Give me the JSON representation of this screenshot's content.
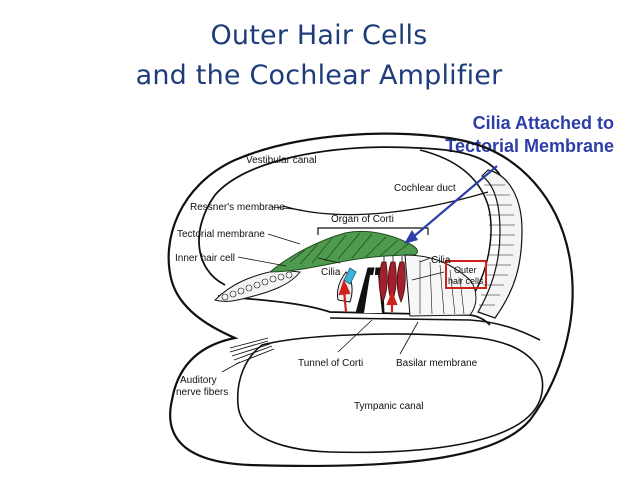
{
  "title": {
    "line1": "Outer Hair Cells",
    "line2": "and the Cochlear Amplifier"
  },
  "callout": {
    "line1": "Cilia Attached to",
    "line2": "Tectorial Membrane"
  },
  "labels": {
    "vestibular_canal": "Vestibular canal",
    "cochlear_duct": "Cochlear duct",
    "ressners_membrane": "Ressner's membrane",
    "organ_of_corti": "Organ of Corti",
    "tectorial_membrane": "Tectorial membrane",
    "inner_hair_cell": "Inner hair cell",
    "cilia_left": "Cilia",
    "cilia_right": "Cilia",
    "outer_hair_cells_1": "Outer",
    "outer_hair_cells_2": "hair cells",
    "tunnel_of_corti": "Tunnel of Corti",
    "basilar_membrane": "Basilar membrane",
    "auditory_nerve_1": "Auditory",
    "auditory_nerve_2": "nerve fibers",
    "tympanic_canal": "Tympanic canal"
  },
  "colors": {
    "title": "#1f3c7a",
    "callout": "#2e3ea8",
    "tectorial_fill": "#4e9a4e",
    "hair_cell_fill": "#a1202b",
    "cilia_highlight": "#40b4d8",
    "arrow_red": "#d0211c",
    "box_red": "#d0211c"
  }
}
